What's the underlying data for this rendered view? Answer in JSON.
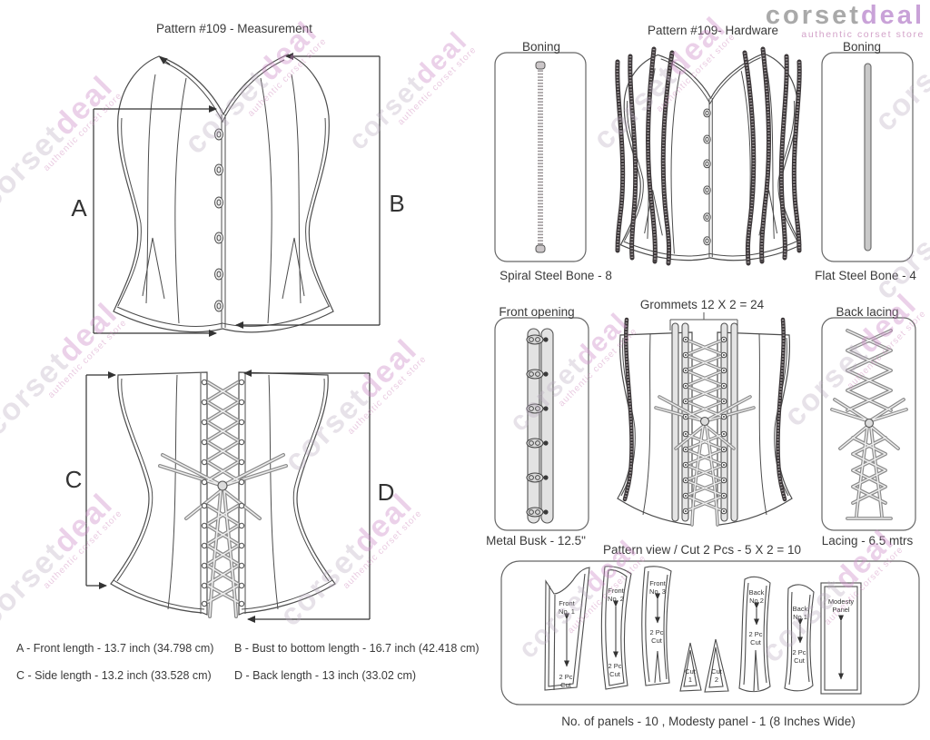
{
  "logo": {
    "brand_part1": "corset",
    "brand_part2": "deal",
    "tagline": "authentic corset store"
  },
  "watermark": {
    "part1": "corset",
    "part2": "deal",
    "tagline": "authentic corset store"
  },
  "measurement": {
    "title": "Pattern #109 -  Measurement",
    "labels": {
      "a": "A",
      "b": "B",
      "c": "C",
      "d": "D"
    },
    "notes": {
      "a": "A - Front length - 13.7 inch (34.798 cm)",
      "b": "B - Bust to bottom length - 16.7 inch (42.418 cm)",
      "c": "C - Side length - 13.2 inch (33.528 cm)",
      "d": "D - Back length - 13 inch (33.02 cm)"
    }
  },
  "hardware": {
    "title": "Pattern #109-  Hardware",
    "boning_left": "Boning",
    "boning_right": "Boning",
    "spiral_caption": "Spiral Steel Bone - 8",
    "flat_caption": "Flat Steel Bone - 4",
    "front_opening": "Front opening",
    "grommets": "Grommets 12 X 2 = 24",
    "back_lacing": "Back lacing",
    "busk_caption": "Metal Busk - 12.5\"",
    "lacing_caption": "Lacing - 6.5 mtrs"
  },
  "pattern_view": {
    "title": "Pattern view  /  Cut 2 Pcs - 5 X 2 = 10",
    "footer": "No. of panels - 10  , Modesty panel - 1 (8 Inches Wide)",
    "pieces": [
      {
        "name1": "Front",
        "name2": "No. 1",
        "cut1": "2 Pc",
        "cut2": "Cut"
      },
      {
        "name1": "Front",
        "name2": "No. 2",
        "cut1": "2 Pc",
        "cut2": "Cut"
      },
      {
        "name1": "Front",
        "name2": "No. 3",
        "cut1": "2 Pc",
        "cut2": "Cut"
      },
      {
        "name1": "Cut",
        "name2": "1"
      },
      {
        "name1": "Cut",
        "name2": "2"
      },
      {
        "name1": "Back",
        "name2": "No.2",
        "cut1": "2 Pc",
        "cut2": "Cut"
      },
      {
        "name1": "Back",
        "name2": "No.1",
        "cut1": "2 Pc",
        "cut2": "Cut"
      },
      {
        "name1": "Modesty",
        "name2": "Panel"
      }
    ]
  },
  "colors": {
    "line": "#4d4d4d",
    "bone_dark": "#3c3739",
    "metal_gray": "#c9c9c9",
    "logo_gray": "#a9a9a9",
    "logo_pink": "#c9a2d8",
    "watermark_pink": "#ce8cc9"
  }
}
